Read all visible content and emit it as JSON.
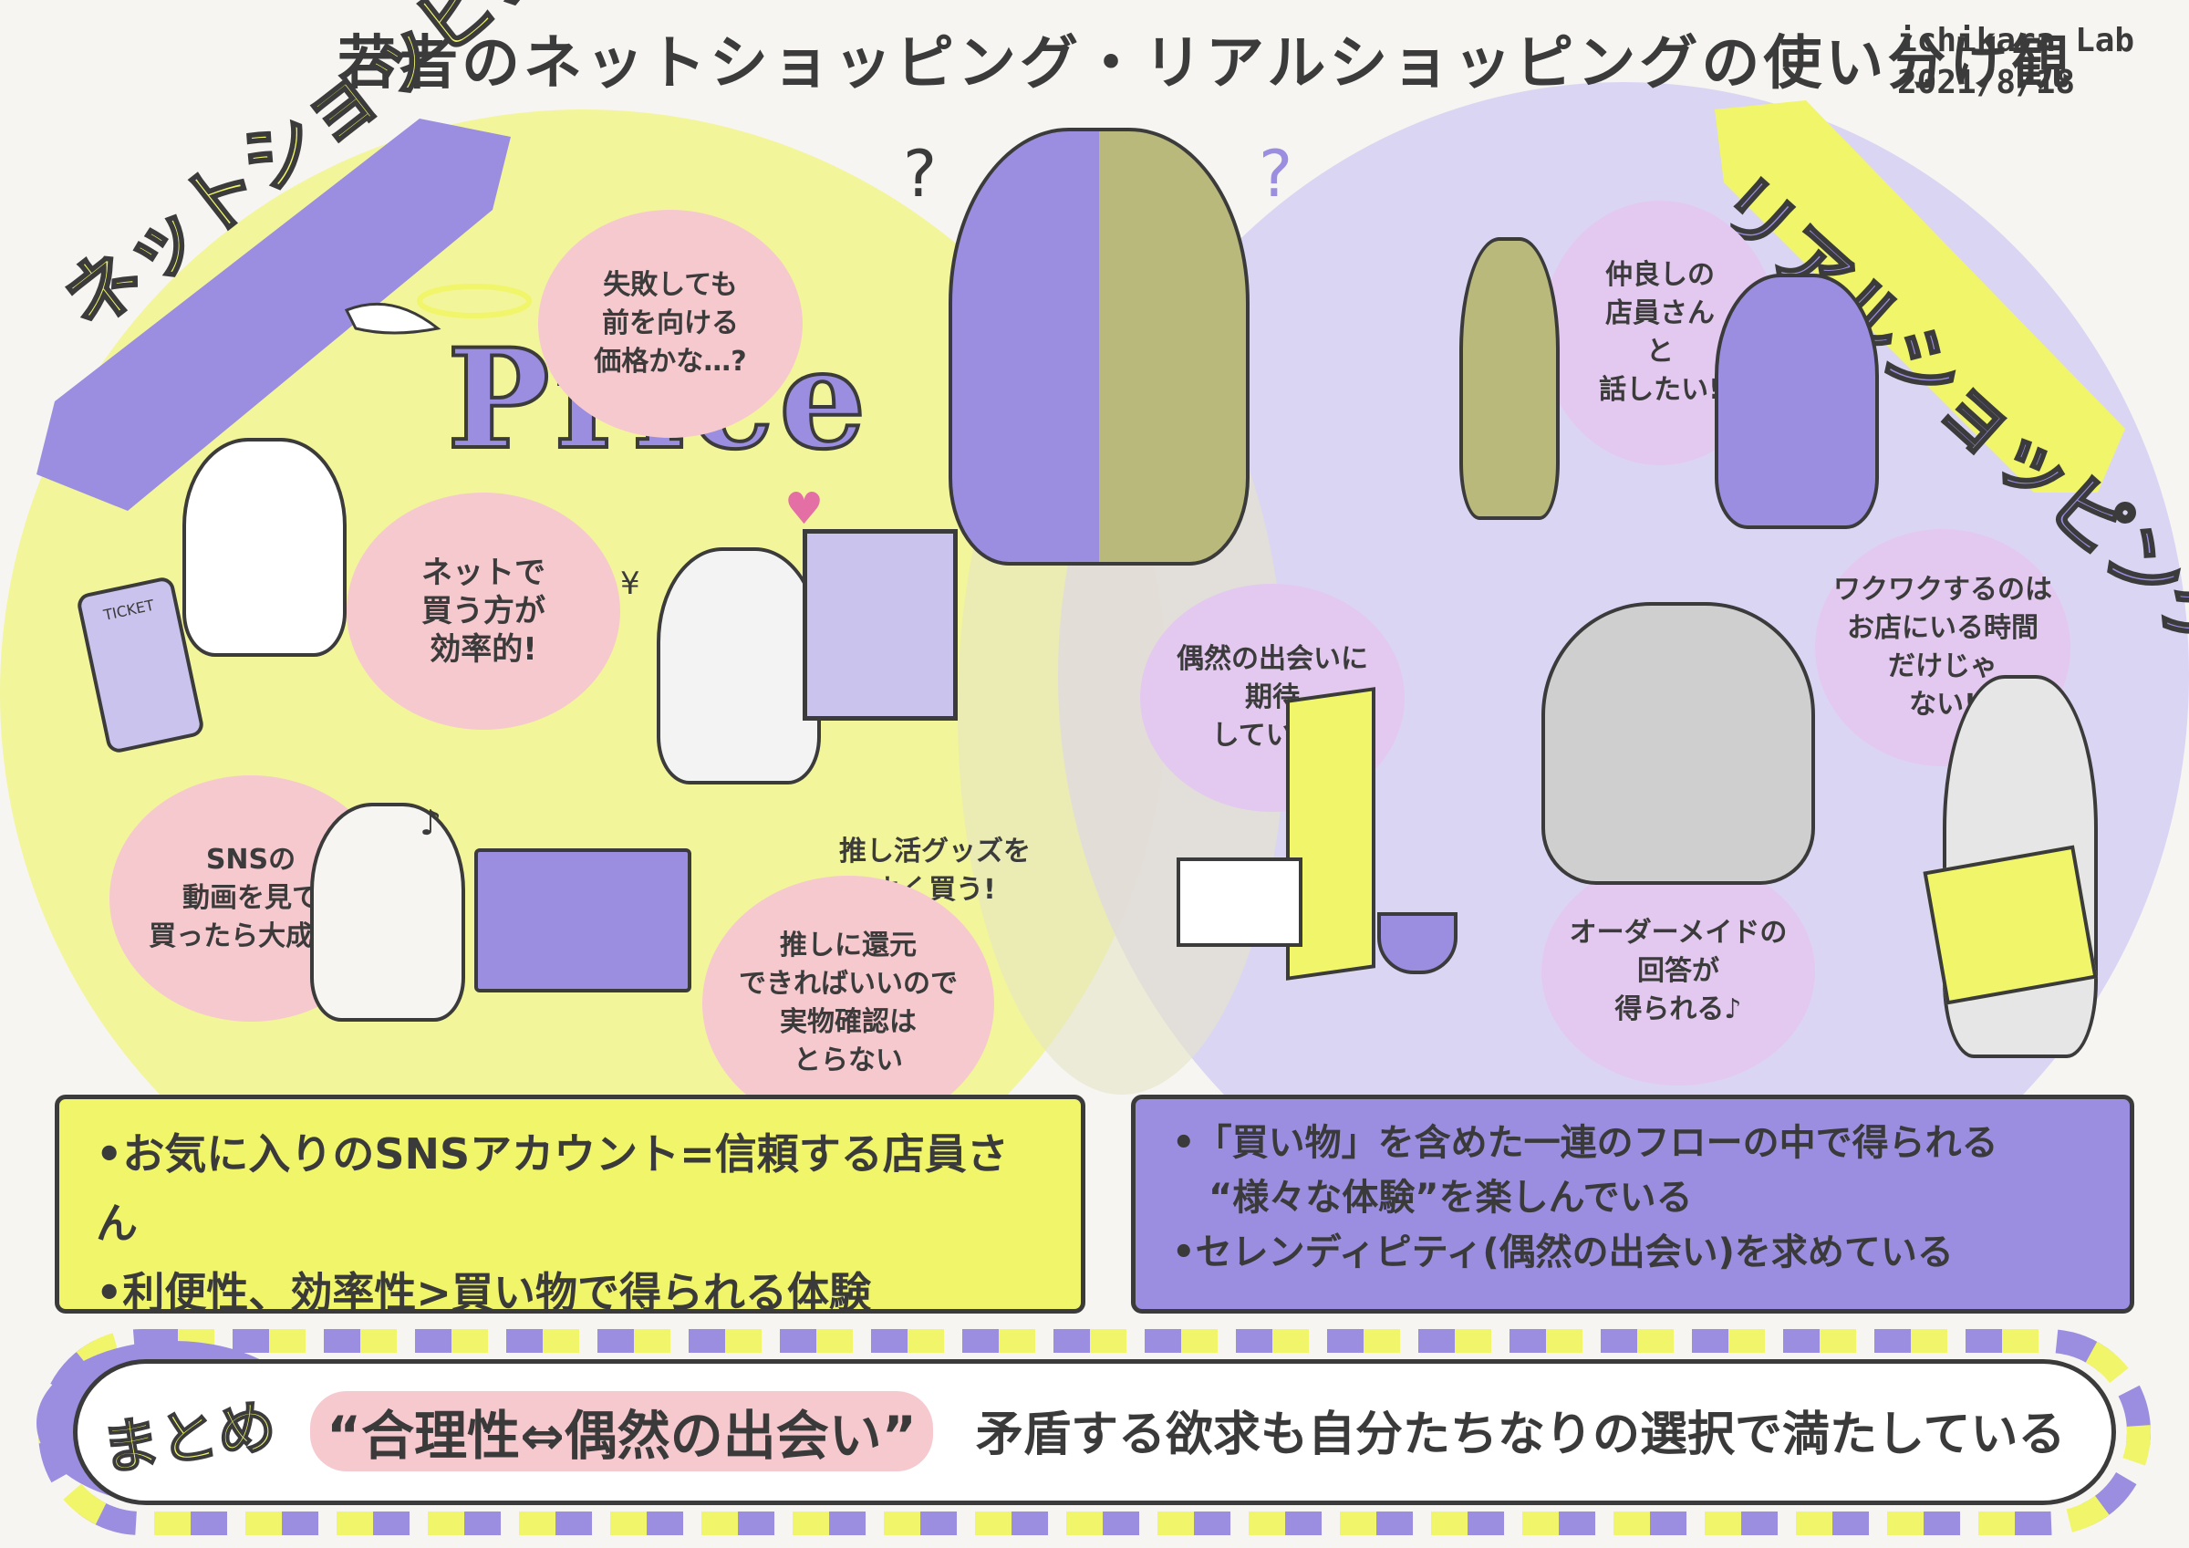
{
  "header": {
    "title": "若者のネットショッピング・リアルショッピングの使い分け観",
    "brand": "ichikara Lab",
    "date": "2021/8/18"
  },
  "net": {
    "banner": "ネットショッピング",
    "price_word": "Price",
    "bubbles": [
      "失敗しても\n前を向ける\n価格かな…?",
      "ネットで\n買う方が\n効率的!",
      "SNSの\n動画を見て\n買ったら大成功!",
      "推し活グッズを\nよく買う!",
      "推しに還元\nできればいいので\n実物確認は\nとらない"
    ],
    "ticket_label": "TICKET",
    "summary": [
      "•お気に入りのSNSアカウント=信頼する店員さん",
      "•利便性、効率性>買い物で得られる体験"
    ]
  },
  "real": {
    "banner": "リアルショッピング",
    "bubbles": [
      "仲良しの\n店員さん\nと\n話したい!",
      "偶然の出会いに\n期待\nしている!",
      "ワクワクするのは\nお店にいる時間\nだけじゃ\nない!",
      "オーダーメイドの\n回答が\n得られる♪"
    ],
    "summary": [
      "•「買い物」を含めた一連のフローの中で得られる",
      "“様々な体験”を楽しんでいる",
      "•セレンディピティ(偶然の出会い)を求めている"
    ]
  },
  "conclusion": {
    "label": "まとめ",
    "highlight": "“合理性⇔偶然の出会い”",
    "text": "矛盾する欲求も自分たちなりの選択で満たしている"
  },
  "colors": {
    "yellow": "#f2f59a",
    "purple": "#9b8de0",
    "lavender": "#d9d3f3",
    "pink": "#f6c9cf",
    "ink": "#3b3b3b"
  }
}
